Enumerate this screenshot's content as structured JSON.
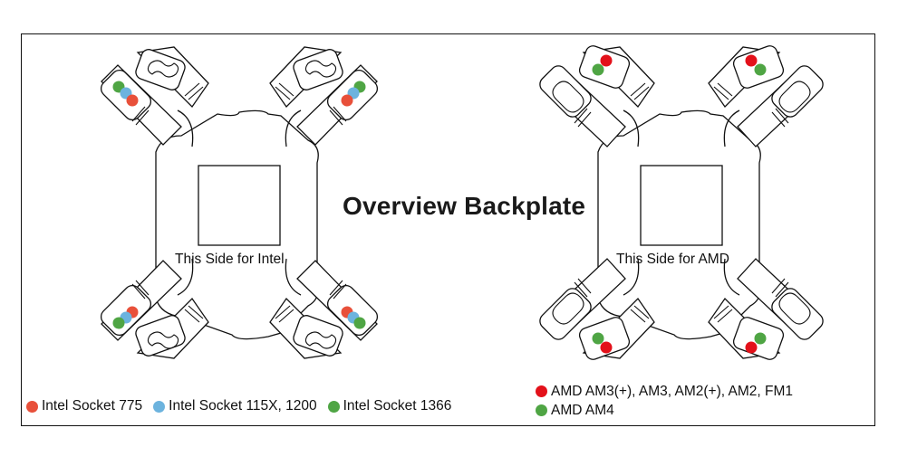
{
  "title": "Overview Backplate",
  "intel_side_label": "This Side for Intel",
  "amd_side_label": "This Side for AMD",
  "colors": {
    "intel_775": "#e8503a",
    "intel_115x": "#6cb3de",
    "intel_1366": "#4fa544",
    "amd_am3": "#e3111a",
    "amd_am4": "#4fa544"
  },
  "legend_intel": [
    {
      "label": "Intel Socket 775",
      "color": "#e8503a"
    },
    {
      "label": "Intel Socket 115X, 1200",
      "color": "#6cb3de"
    },
    {
      "label": "Intel Socket 1366",
      "color": "#4fa544"
    }
  ],
  "legend_amd": [
    {
      "label": "AMD AM3(+), AM3, AM2(+), AM2, FM1",
      "color": "#e3111a"
    },
    {
      "label": "AMD AM4",
      "color": "#4fa544"
    }
  ]
}
